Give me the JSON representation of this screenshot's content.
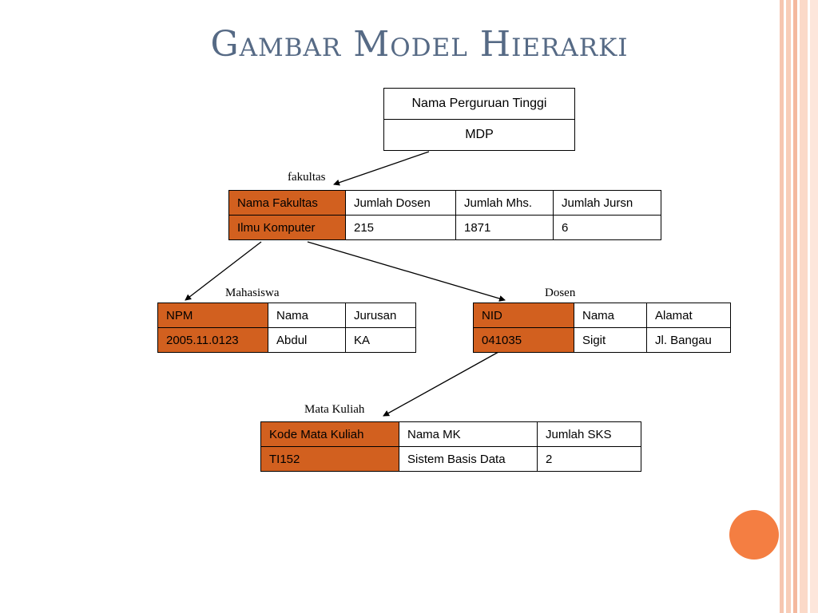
{
  "title": "Gambar Model Hierarki",
  "root": {
    "header": "Nama Perguruan Tinggi",
    "value": "MDP"
  },
  "fakultas": {
    "label": "fakultas",
    "headers": [
      "Nama Fakultas",
      "Jumlah Dosen",
      "Jumlah Mhs.",
      "Jumlah Jursn"
    ],
    "row": [
      "Ilmu Komputer",
      "215",
      "1871",
      "6"
    ]
  },
  "mahasiswa": {
    "label": "Mahasiswa",
    "headers": [
      "NPM",
      "Nama",
      "Jurusan"
    ],
    "row": [
      "2005.11.0123",
      "Abdul",
      "KA"
    ]
  },
  "dosen": {
    "label": "Dosen",
    "headers": [
      "NID",
      "Nama",
      "Alamat"
    ],
    "row": [
      "041035",
      "Sigit",
      "Jl. Bangau"
    ]
  },
  "matakuliah": {
    "label": "Mata Kuliah",
    "headers": [
      "Kode Mata Kuliah",
      "Nama MK",
      "Jumlah SKS"
    ],
    "row": [
      "TI152",
      "Sistem Basis Data",
      "2"
    ]
  },
  "colors": {
    "key_cell": "#d2601f",
    "title": "#566a85",
    "accent_circle": "#f47e42"
  }
}
